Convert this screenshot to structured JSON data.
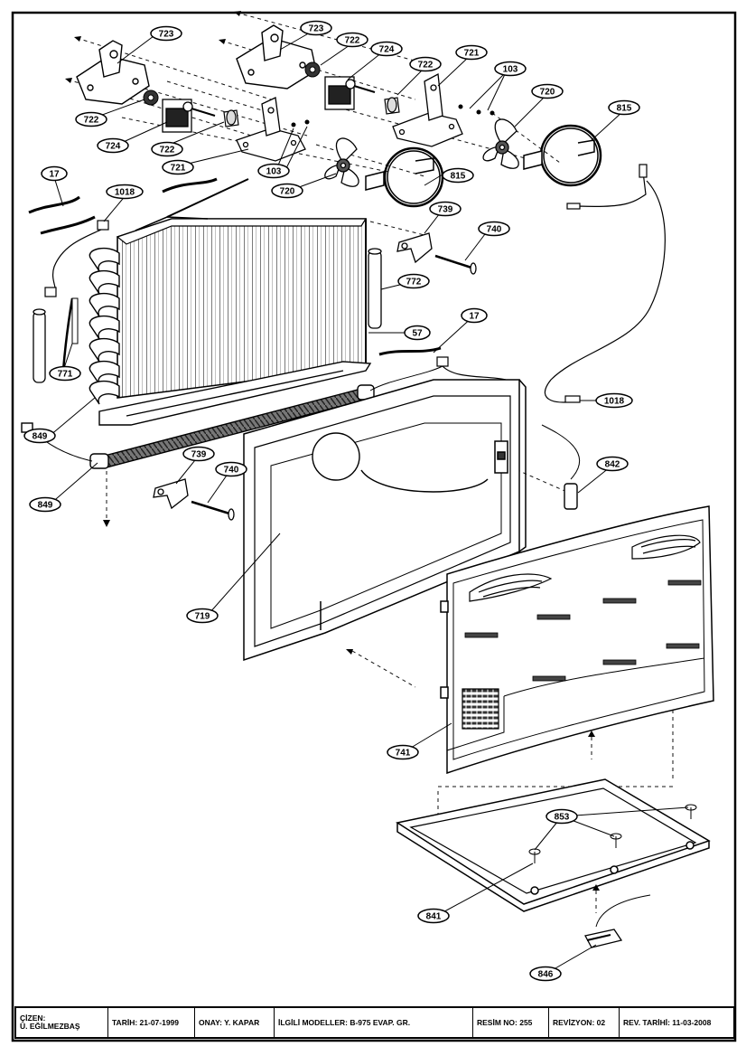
{
  "parts": {
    "p723a": "723",
    "p723b": "723",
    "p722a": "722",
    "p722b": "722",
    "p722c": "722",
    "p722d": "722",
    "p724a": "724",
    "p724b": "724",
    "p721a": "721",
    "p721b": "721",
    "p103a": "103",
    "p103b": "103",
    "p720a": "720",
    "p720b": "720",
    "p815a": "815",
    "p815b": "815",
    "p17a": "17",
    "p17b": "17",
    "p1018a": "1018",
    "p1018b": "1018",
    "p739a": "739",
    "p739b": "739",
    "p740a": "740",
    "p740b": "740",
    "p772": "772",
    "p57": "57",
    "p771": "771",
    "p849a": "849",
    "p849b": "849",
    "p842": "842",
    "p719": "719",
    "p741": "741",
    "p853": "853",
    "p841": "841",
    "p846": "846"
  },
  "title_block": {
    "drawer_label": "ÇİZEN:",
    "drawer_name": "Ü. EĞİLMEZBAŞ",
    "date": "TARİH: 21-07-1999",
    "approval": "ONAY: Y. KAPAR",
    "models": "İLGİLİ MODELLER: B-975 EVAP. GR.",
    "drawing_no": "RESİM NO: 255",
    "revision": "REVİZYON: 02",
    "rev_date": "REV. TARİHİ: 11-03-2008"
  }
}
